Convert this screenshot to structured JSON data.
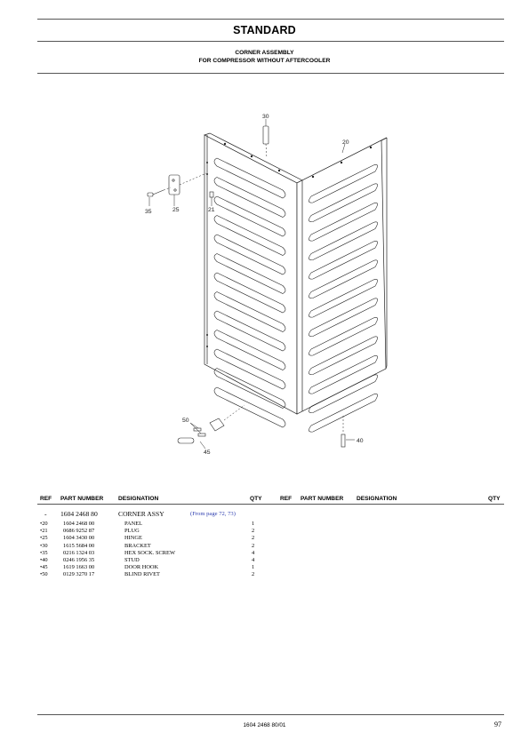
{
  "header": {
    "title": "STANDARD",
    "subtitle_line1": "CORNER ASSEMBLY",
    "subtitle_line2": "FOR COMPRESSOR WITHOUT AFTERCOOLER"
  },
  "drawing": {
    "callouts": {
      "c30": "30",
      "c20": "20",
      "c35": "35",
      "c25": "25",
      "c21": "21",
      "c50": "50",
      "c45": "45",
      "c40": "40"
    }
  },
  "table": {
    "headers_left": {
      "ref": "REF",
      "part": "PART NUMBER",
      "designation": "DESIGNATION",
      "qty": "QTY"
    },
    "headers_right": {
      "ref": "REF",
      "part": "PART NUMBER",
      "designation": "DESIGNATION",
      "qty": "QTY"
    },
    "main_row": {
      "ref": "-",
      "part": "1604 2468 80",
      "designation": "CORNER ASSY",
      "page_ref": "(From page 72, 73)"
    },
    "rows": [
      {
        "ref": "•20",
        "part": "1604 2468 00",
        "designation": "PANEL",
        "qty": "1"
      },
      {
        "ref": "•21",
        "part": "0686 9252 87",
        "designation": "PLUG",
        "qty": "2"
      },
      {
        "ref": "•25",
        "part": "1604 3430 00",
        "designation": "HINGE",
        "qty": "2"
      },
      {
        "ref": "•30",
        "part": "1615 5684 00",
        "designation": "BRACKET",
        "qty": "2"
      },
      {
        "ref": "•35",
        "part": "0216 1324 03",
        "designation": "HEX SOCK. SCREW",
        "qty": "4"
      },
      {
        "ref": "•40",
        "part": "0246 1956 35",
        "designation": "STUD",
        "qty": "4"
      },
      {
        "ref": "•45",
        "part": "1619 1663 00",
        "designation": "DOOR HOOK",
        "qty": "1"
      },
      {
        "ref": "•50",
        "part": "0129 3270 17",
        "designation": "BLIND RIVET",
        "qty": "2"
      }
    ]
  },
  "footer": {
    "code": "1604 2468 80/01",
    "page_number": "97"
  }
}
